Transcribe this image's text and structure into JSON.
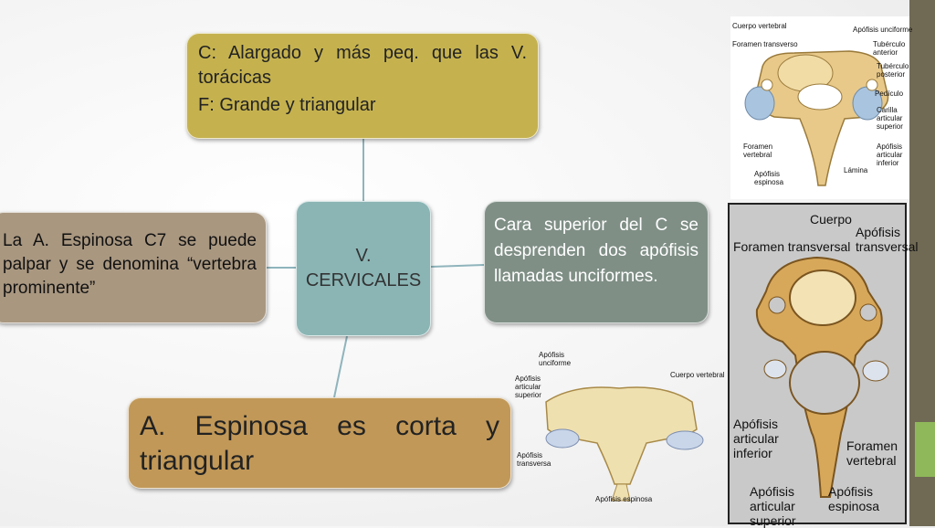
{
  "center": {
    "line1": "V.",
    "line2": "CERVICALES"
  },
  "top_box": {
    "line1": "C: Alargado  y más peq. que las V. torácicas",
    "line2": "F: Grande y triangular"
  },
  "left_box": {
    "text": "La A. Espinosa C7 se puede palpar y se denomina “vertebra prominente”"
  },
  "right_box": {
    "text": "Cara superior del C se desprenden dos apófisis llamadas unciformes."
  },
  "bottom_box": {
    "text": "A. Espinosa es corta y triangular"
  },
  "figure1": {
    "labels": [
      "Cuerpo vertebral",
      "Foramen transverso",
      "Apófisis unciforme",
      "Tubérculo anterior",
      "Tubérculo posterior",
      "Pedículo",
      "Carilla articular superior",
      "Apófisis articular inferior",
      "Foramen vertebral",
      "Apófisis espinosa",
      "Lámina"
    ]
  },
  "figure2": {
    "labels": [
      "Cuerpo",
      "Foramen transversal",
      "Apófisis transversal",
      "Apófisis articular inferior",
      "Foramen vertebral",
      "Apófisis articular superior",
      "Apófisis espinosa"
    ]
  },
  "figure3": {
    "labels": [
      "Apófisis unciforme",
      "Apófisis articular superior",
      "Cuerpo vertebral",
      "Apófisis transversa",
      "Apófisis espinosa"
    ]
  },
  "colors": {
    "top": "#c5b24f",
    "center": "#8bb5b5",
    "left": "#a99780",
    "right": "#7f8f86",
    "bottom": "#c19858",
    "rail": "#706a55",
    "accent": "#8fb85a"
  }
}
